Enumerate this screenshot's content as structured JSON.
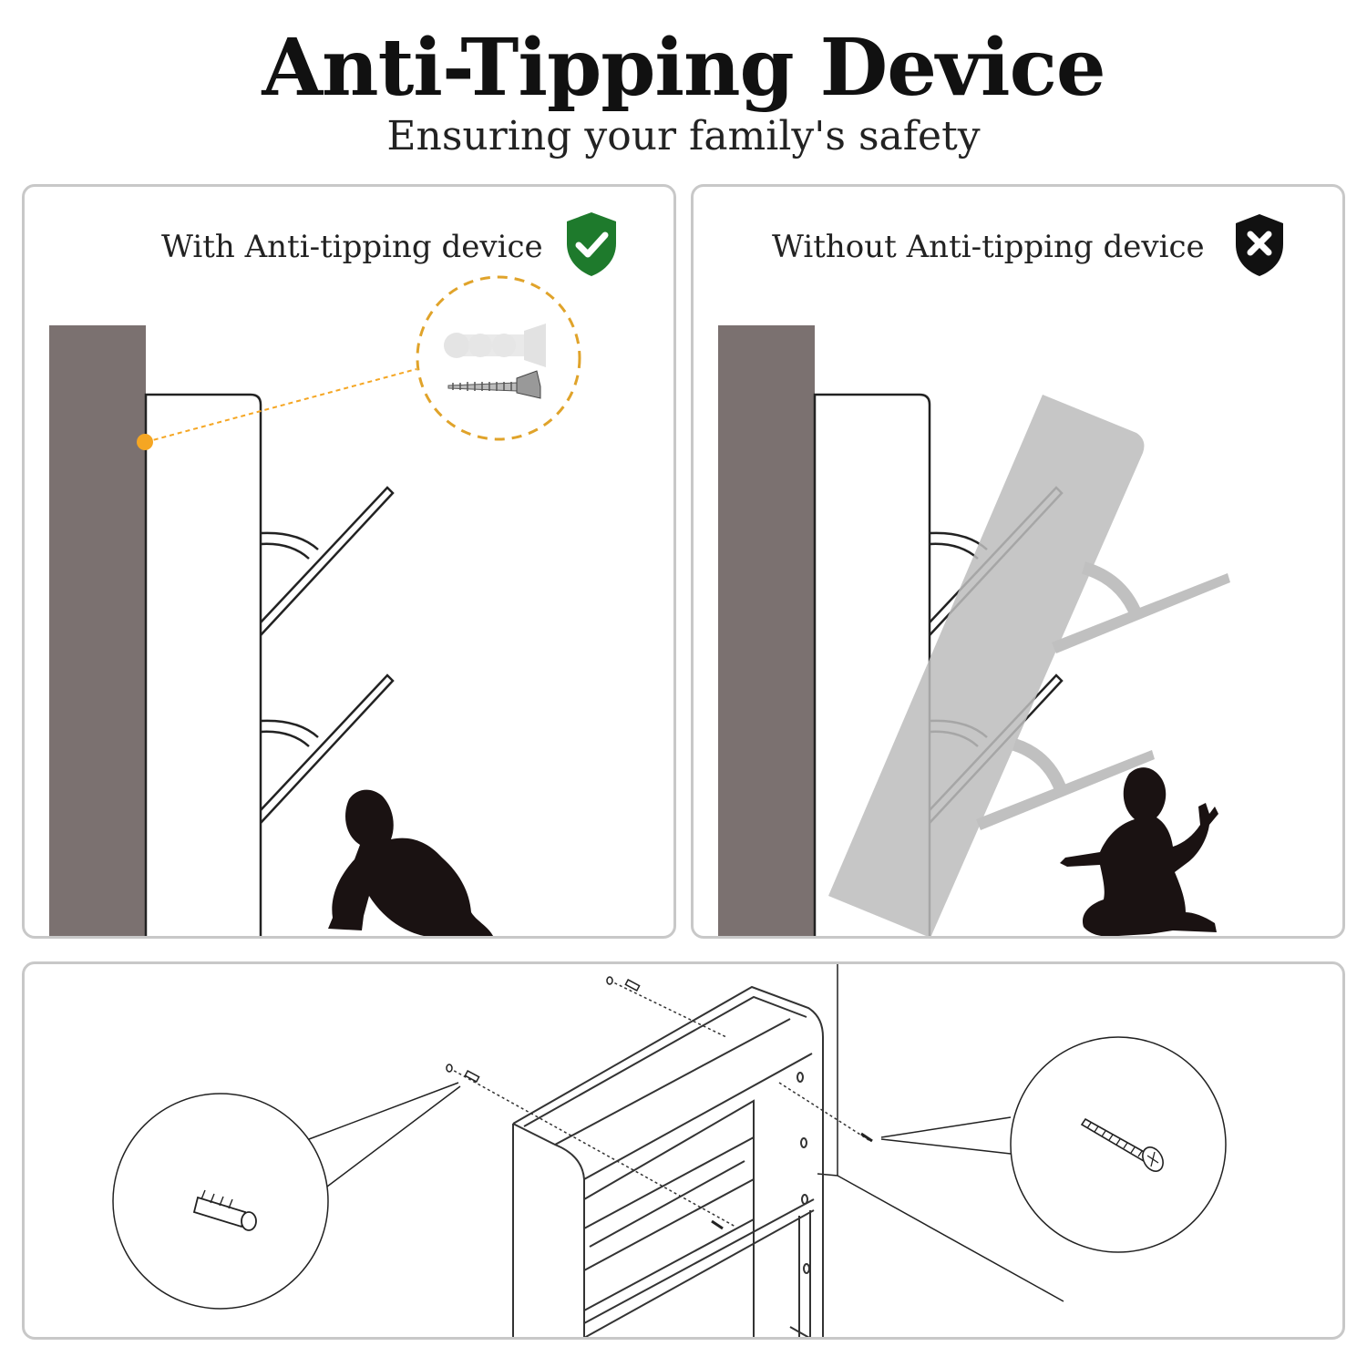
{
  "header": {
    "title": "Anti-Tipping Device",
    "subtitle": "Ensuring your family's safety"
  },
  "panels": {
    "with": {
      "label": "With Anti-tipping device",
      "badge_icon": "check-shield-icon",
      "badge_color": "#1e7a2c"
    },
    "without": {
      "label": "Without Anti-tipping device",
      "badge_icon": "x-shield-icon",
      "badge_color": "#111111"
    }
  },
  "colors": {
    "wall": "#7b7170",
    "accent": "#f5a623",
    "tipped": "#bdbdbd",
    "silhouette": "#1a1212"
  }
}
